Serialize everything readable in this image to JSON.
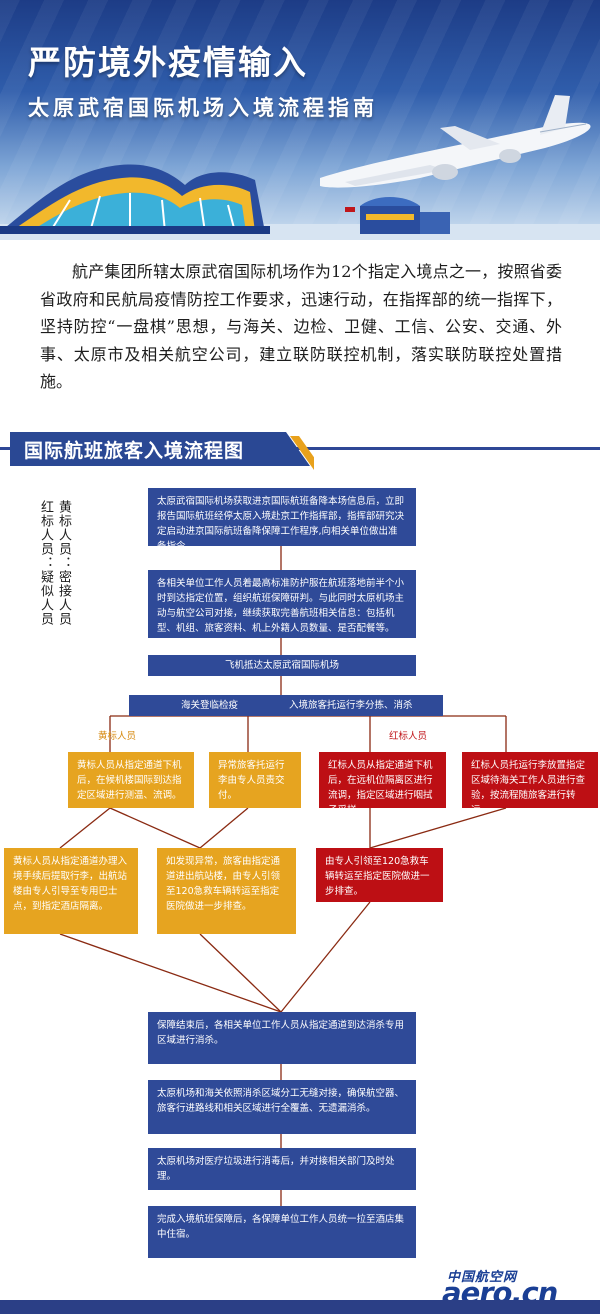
{
  "banner": {
    "title": "严防境外疫情输入",
    "subtitle": "太原武宿国际机场入境流程指南"
  },
  "intro": "航产集团所辖太原武宿国际机场作为12个指定入境点之一，按照省委省政府和民航局疫情防控工作要求，迅速行动，在指挥部的统一指挥下，坚持防控“一盘棋”思想，与海关、边检、卫健、工信、公安、交通、外事、太原市及相关航空公司，建立联防联控机制，落实联防联控处置措施。",
  "section_title": "国际航班旅客入境流程图",
  "legend": {
    "yellow": "黄标人员：密接人员",
    "red": "红标人员：疑似人员"
  },
  "flow": {
    "step1": "太原武宿国际机场获取进京国际航班备降本场信息后，立即报告国际航班经停太原入境赴京工作指挥部，指挥部研究决定启动进京国际航班备降保障工作程序,向相关单位做出准备指令。",
    "step2": "各相关单位工作人员着最高标准防护服在航班落地前半个小时到达指定位置，组织航班保障研判。与此同时太原机场主动与航空公司对接，继续获取完善航班相关信息：包括机型、机组、旅客资料、机上外籍人员数量、是否配餐等。",
    "step3": "飞机抵达太原武宿国际机场",
    "step4a": "海关登临检疫",
    "step4b": "入境旅客托运行李分拣、消杀",
    "yellow_label": "黄标人员",
    "red_label": "红标人员",
    "y1": "黄标人员从指定通道下机后，在候机楼国际到达指定区域进行测温、流调。",
    "y2": "异常旅客托运行李由专人员责交付。",
    "r1": "红标人员从指定通道下机后，在远机位隔离区进行流调，指定区域进行咽拭子采样。",
    "r2": "红标人员托运行李放置指定区域待海关工作人员进行查验，按流程随旅客进行转运。",
    "y3": "黄标人员从指定通道办理入境手续后提取行李，出航站楼由专人引导至专用巴士点，到指定酒店隔离。",
    "y4": "如发现异常，旅客由指定通道进出航站楼，由专人引领至120急救车辆转运至指定医院做进一步排查。",
    "r3": "由专人引领至120急救车辆转运至指定医院做进一步排查。",
    "step5": "保障结束后，各相关单位工作人员从指定通道到达消杀专用区域进行消杀。",
    "step6": "太原机场和海关依照消杀区域分工无缝对接，确保航空器、旅客行进路线和相关区域进行全覆盖、无遗漏消杀。",
    "step7": "太原机场对医疗垃圾进行消毒后，并对接相关部门及时处理。",
    "step8": "完成入境航班保障后，各保障单位工作人员统一拉至酒店集中住宿。"
  },
  "footer": {
    "logo_cn": "中国航空网",
    "logo_en": "aero.cn"
  },
  "colors": {
    "blue": "#2f4a98",
    "orange": "#e6a420",
    "red": "#bd0f14"
  }
}
